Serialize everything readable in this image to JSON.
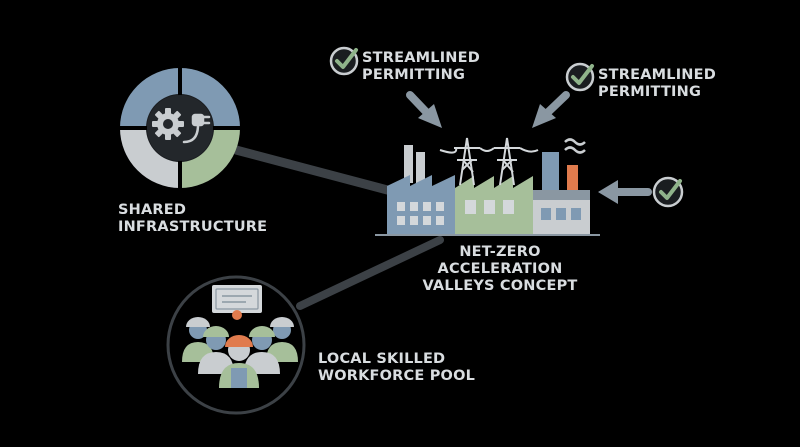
{
  "labels": {
    "permitting_top": [
      "STREAMLINED",
      "PERMITTING"
    ],
    "permitting_right": [
      "STREAMLINED",
      "PERMITTING"
    ],
    "infrastructure": [
      "SHARED",
      "INFRASTRUCTURE"
    ],
    "concept": [
      "NET-ZERO",
      "ACCELERATION",
      "VALLEYS CONCEPT"
    ],
    "workforce": [
      "LOCAL SKILLED",
      "WORKFORCE POOL"
    ]
  },
  "icons": [
    "check-circle-icon",
    "gear-icon",
    "plug-icon",
    "certificate-icon",
    "worker-icon",
    "factory-icon",
    "power-pylon-icon",
    "arrow-icon"
  ],
  "colors": {
    "background": "#000000",
    "text": "#d9dde0",
    "blue": "#7f9ab3",
    "green": "#a6bf9a",
    "light_gray": "#c9cdd0",
    "dark_gray": "#3c4146",
    "arrow": "#8a97a2",
    "accent_orange": "#e07b4d",
    "check_green": "#8fb38a"
  }
}
